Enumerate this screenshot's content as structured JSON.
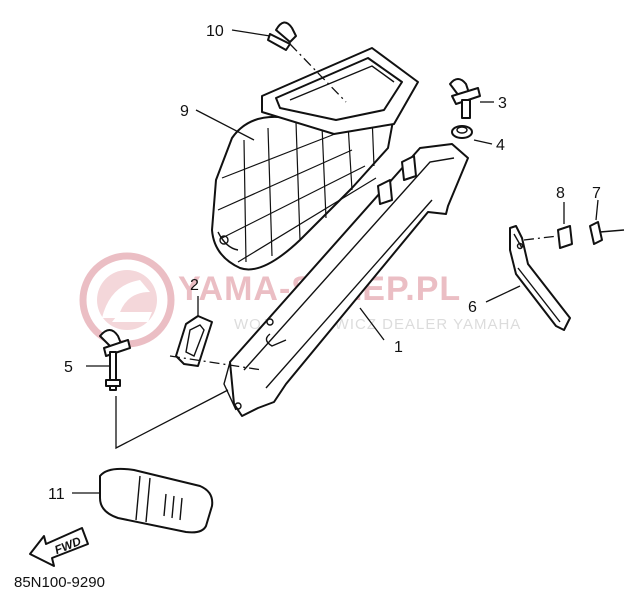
{
  "watermark": {
    "title": "YAMA-SKLEP.PL",
    "subtitle": "WOJCIECHOWICZ DEALER YAMAHA"
  },
  "diagram_code": "85N100-9290",
  "fwd_label": "FWD",
  "callouts": {
    "p1": "1",
    "p2": "2",
    "p3": "3",
    "p4": "4",
    "p5": "5",
    "p6": "6",
    "p7": "7",
    "p8": "8",
    "p9": "9",
    "p10": "10",
    "p11": "11"
  },
  "colors": {
    "line": "#111111",
    "watermark_red": "#e9b8be",
    "watermark_gray": "#d9d9d9"
  }
}
